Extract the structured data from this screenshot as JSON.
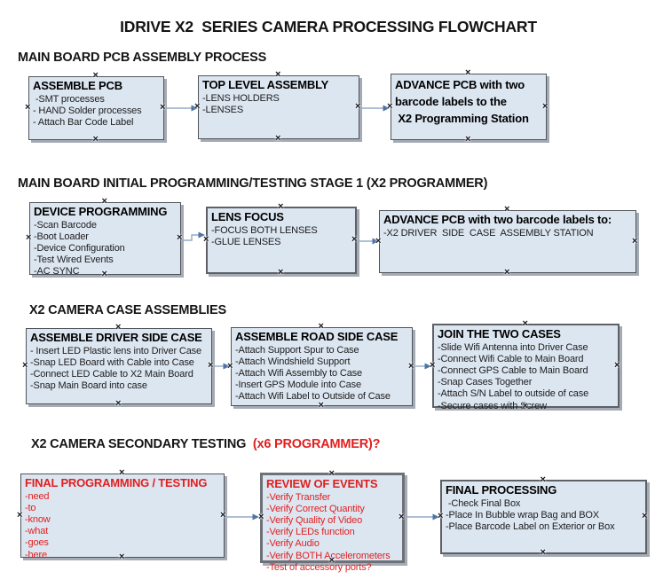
{
  "title": "IDRIVE X2  SERIES CAMERA PROCESSING FLOWCHART",
  "colors": {
    "box-fill": "#dce6f1",
    "box-border": "#4f5359",
    "box-border-thick": "#6e7177",
    "shadow": "#a5abb5",
    "arrow-line": "#95aac8",
    "arrow-head": "#4e74a4",
    "accent-red": "#e01f1f",
    "text": "#141414"
  },
  "handles": {
    "glyph": "×"
  },
  "sections": {
    "s1": {
      "heading": "MAIN BOARD PCB ASSEMBLY PROCESS"
    },
    "s2": {
      "heading": "MAIN BOARD INITIAL PROGRAMMING/TESTING STAGE 1 (X2 PROGRAMMER)"
    },
    "s3": {
      "heading": "X2 CAMERA CASE ASSEMBLIES"
    },
    "s4": {
      "heading": "X2 CAMERA SECONDARY TESTING ",
      "heading_red": " (x6 PROGRAMMER)?"
    }
  },
  "boxes": {
    "assemble_pcb": {
      "title": "ASSEMBLE PCB",
      "items": [
        " -SMT processes",
        "- HAND Solder processes",
        "- Attach Bar Code Label"
      ]
    },
    "top_level_assembly": {
      "title": "TOP LEVEL ASSEMBLY",
      "items": [
        "-LENS HOLDERS",
        "-LENSES"
      ]
    },
    "advance_to_programming": {
      "title_lines": [
        "ADVANCE PCB with two",
        "barcode labels to the",
        " X2 Programming Station"
      ]
    },
    "device_programming": {
      "title": "DEVICE PROGRAMMING",
      "items": [
        "-Scan Barcode",
        "-Boot Loader",
        "-Device Configuration",
        "-Test Wired Events",
        "-AC SYNC"
      ]
    },
    "lens_focus": {
      "title": "LENS FOCUS",
      "items": [
        "-FOCUS BOTH LENSES",
        "-GLUE LENSES"
      ]
    },
    "advance_to_case_assembly": {
      "title": "ADVANCE PCB with two barcode labels to:",
      "items": [
        "-X2 DRIVER  SIDE  CASE  ASSEMBLY STATION"
      ]
    },
    "assemble_driver_side_case": {
      "title": "ASSEMBLE DRIVER SIDE CASE",
      "items": [
        "- Insert LED Plastic lens into Driver Case",
        "-Snap LED Board with Cable into Case",
        "-Connect LED Cable to X2 Main Board",
        "-Snap Main Board into case"
      ]
    },
    "assemble_road_side_case": {
      "title": "ASSEMBLE ROAD SIDE CASE",
      "items": [
        "-Attach Support Spur to Case",
        "-Attach Windshield Support",
        "-Attach Wifi Assembly to Case",
        "-Insert GPS Module into Case",
        "-Attach Wifi Label to Outside of Case"
      ]
    },
    "join_the_two_cases": {
      "title": "JOIN THE TWO CASES",
      "items": [
        "-Slide Wifi Antenna into Driver Case",
        "-Connect Wifi Cable to Main Board",
        "-Connect GPS Cable to Main Board",
        "-Snap Cases Together",
        "-Attach S/N Label to outside of case",
        "-Secure cases with Screw"
      ]
    },
    "final_programming_testing": {
      "title": "FINAL PROGRAMMING / TESTING",
      "items": [
        "-need",
        "-to",
        "-know",
        "-what",
        "-goes",
        "-here"
      ]
    },
    "review_of_events": {
      "title": "REVIEW OF EVENTS",
      "items": [
        "-Verify Transfer",
        "-Verify Correct Quantity",
        "-Verify Quality of Video",
        "-Verify LEDs function",
        "-Verify Audio",
        "-Verify BOTH Accelerometers",
        "-Test of accessory ports?"
      ]
    },
    "final_processing": {
      "title": "FINAL PROCESSING",
      "items": [
        " -Check Final Box",
        "-Place In Bubble wrap Bag and BOX",
        "-Place Barcode Label on Exterior or Box"
      ]
    }
  }
}
